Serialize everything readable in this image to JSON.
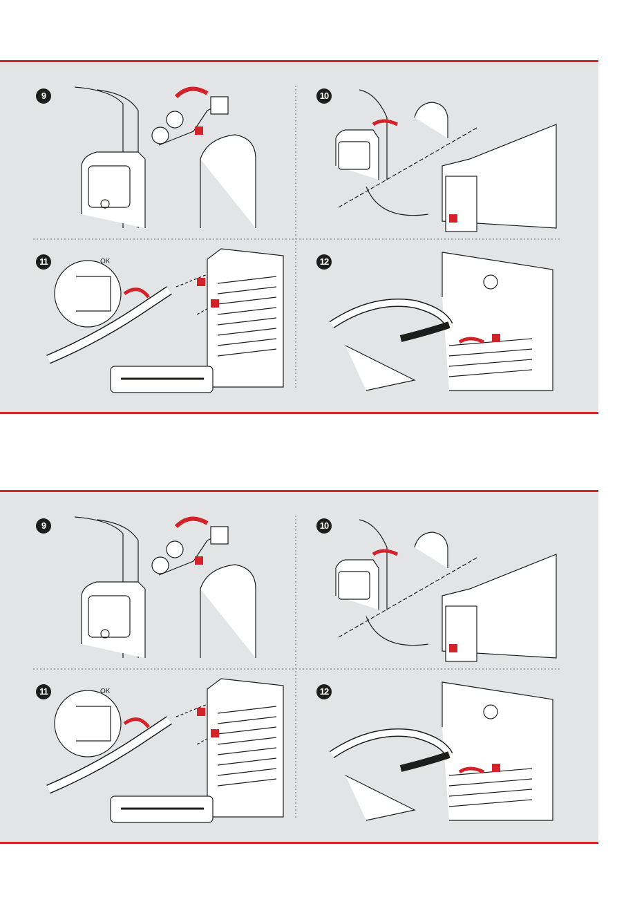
{
  "panels": [
    {
      "steps": [
        {
          "number": "9"
        },
        {
          "number": "10"
        },
        {
          "number": "11"
        },
        {
          "number": "12"
        }
      ],
      "ok_label": "OK"
    },
    {
      "steps": [
        {
          "number": "9"
        },
        {
          "number": "10"
        },
        {
          "number": "11"
        },
        {
          "number": "12"
        }
      ],
      "ok_label": "OK"
    }
  ],
  "colors": {
    "accent": "#d2232a",
    "panel_bg": "#e3e4e6",
    "line": "#1d1d1b"
  }
}
